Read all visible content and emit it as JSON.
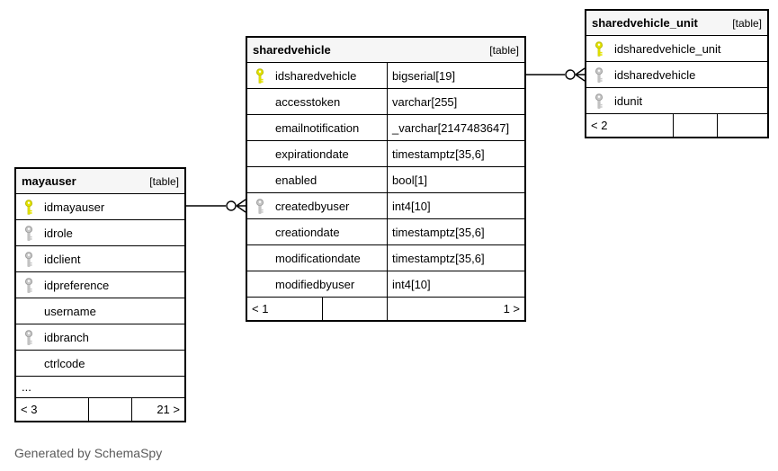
{
  "caption": "Generated by SchemaSpy",
  "colors": {
    "primary_key": "#e4e400",
    "primary_key_stroke": "#b8b800",
    "foreign_key": "#c9c9c9",
    "foreign_key_stroke": "#9a9a9a",
    "border": "#000000",
    "header_bg": "#f6f6f6"
  },
  "tables": [
    {
      "title": "mayauser",
      "badge": "[table]",
      "columns": [
        {
          "name": "idmayauser",
          "key": "primary"
        },
        {
          "name": "idrole",
          "key": "foreign"
        },
        {
          "name": "idclient",
          "key": "foreign"
        },
        {
          "name": "idpreference",
          "key": "foreign"
        },
        {
          "name": "username",
          "key": "none"
        },
        {
          "name": "idbranch",
          "key": "foreign"
        },
        {
          "name": "ctrlcode",
          "key": "none"
        },
        {
          "name": "...",
          "key": "none",
          "ellipsis": true
        }
      ],
      "footer": {
        "left": "< 3",
        "middle": "",
        "right": "21 >"
      }
    },
    {
      "title": "sharedvehicle",
      "badge": "[table]",
      "columns": [
        {
          "name": "idsharedvehicle",
          "type": "bigserial[19]",
          "key": "primary"
        },
        {
          "name": "accesstoken",
          "type": "varchar[255]",
          "key": "none"
        },
        {
          "name": "emailnotification",
          "type": "_varchar[2147483647]",
          "key": "none"
        },
        {
          "name": "expirationdate",
          "type": "timestamptz[35,6]",
          "key": "none"
        },
        {
          "name": "enabled",
          "type": "bool[1]",
          "key": "none"
        },
        {
          "name": "createdbyuser",
          "type": "int4[10]",
          "key": "foreign"
        },
        {
          "name": "creationdate",
          "type": "timestamptz[35,6]",
          "key": "none"
        },
        {
          "name": "modificationdate",
          "type": "timestamptz[35,6]",
          "key": "none"
        },
        {
          "name": "modifiedbyuser",
          "type": "int4[10]",
          "key": "none"
        }
      ],
      "footer": {
        "left": "< 1",
        "middle": "",
        "right": "1 >"
      }
    },
    {
      "title": "sharedvehicle_unit",
      "badge": "[table]",
      "columns": [
        {
          "name": "idsharedvehicle_unit",
          "key": "primary"
        },
        {
          "name": "idsharedvehicle",
          "key": "foreign"
        },
        {
          "name": "idunit",
          "key": "foreign"
        }
      ],
      "footer": {
        "left": "< 2",
        "middle": "",
        "right": ""
      }
    }
  ],
  "relationships": [
    {
      "from_table": "mayauser",
      "from_column": "idmayauser",
      "to_table": "sharedvehicle",
      "to_column": "createdbyuser",
      "cardinality": "zero-or-many"
    },
    {
      "from_table": "sharedvehicle",
      "from_column": "idsharedvehicle",
      "to_table": "sharedvehicle_unit",
      "to_column": "idsharedvehicle",
      "cardinality": "zero-or-many"
    }
  ]
}
